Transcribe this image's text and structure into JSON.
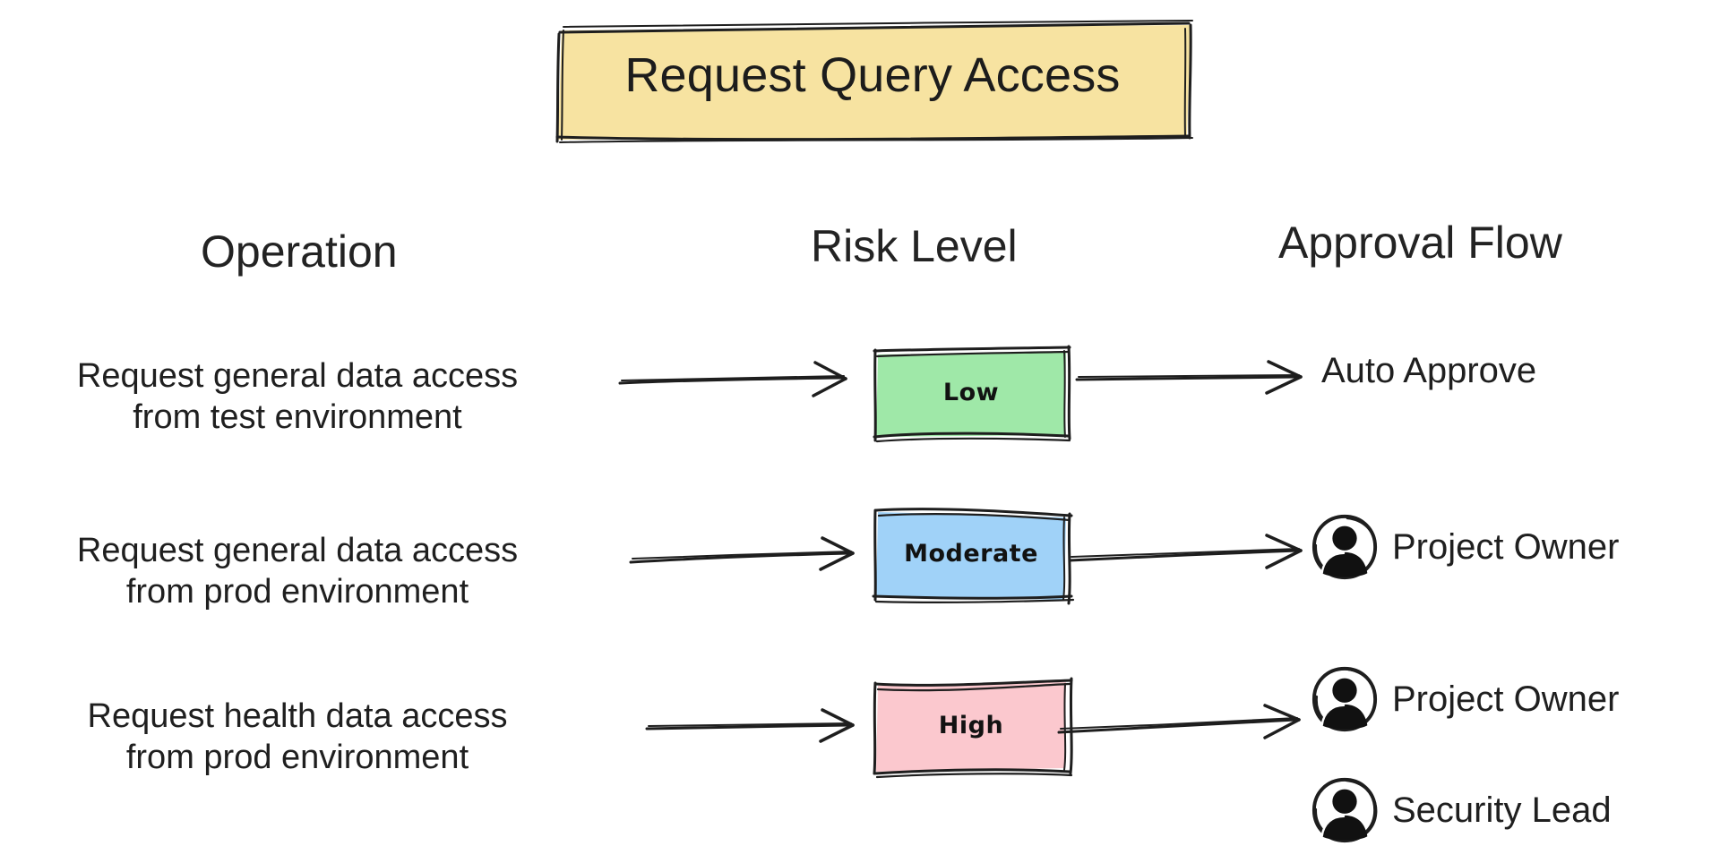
{
  "title": {
    "text": "Request Query Access",
    "fill_color": "#F7E3A1",
    "stroke_color": "#1e1e1e"
  },
  "columns": {
    "operation": "Operation",
    "risk_level": "Risk Level",
    "approval_flow": "Approval Flow"
  },
  "rows": [
    {
      "operation_line1": "Request general data access",
      "operation_line2": "from test environment",
      "risk": {
        "label": "Low",
        "fill_color": "#9FE8A8",
        "stroke_color": "#1e1e1e"
      },
      "approvals": [
        {
          "label": "Auto Approve",
          "has_avatar": false
        }
      ]
    },
    {
      "operation_line1": "Request general data access",
      "operation_line2": "from prod environment",
      "risk": {
        "label": "Moderate",
        "fill_color": "#A0D2F8",
        "stroke_color": "#1e1e1e"
      },
      "approvals": [
        {
          "label": "Project Owner",
          "has_avatar": true
        }
      ]
    },
    {
      "operation_line1": "Request health data access",
      "operation_line2": "from prod environment",
      "risk": {
        "label": "High",
        "fill_color": "#FBC8CE",
        "stroke_color": "#1e1e1e"
      },
      "approvals": [
        {
          "label": "Project Owner",
          "has_avatar": true
        },
        {
          "label": "Security Lead",
          "has_avatar": true
        }
      ]
    }
  ],
  "icons": {
    "avatar": "person-avatar-icon",
    "arrow": "arrow-right-icon"
  },
  "canvas": {
    "background_color": "#ffffff",
    "ink_color": "#1e1e1e"
  }
}
